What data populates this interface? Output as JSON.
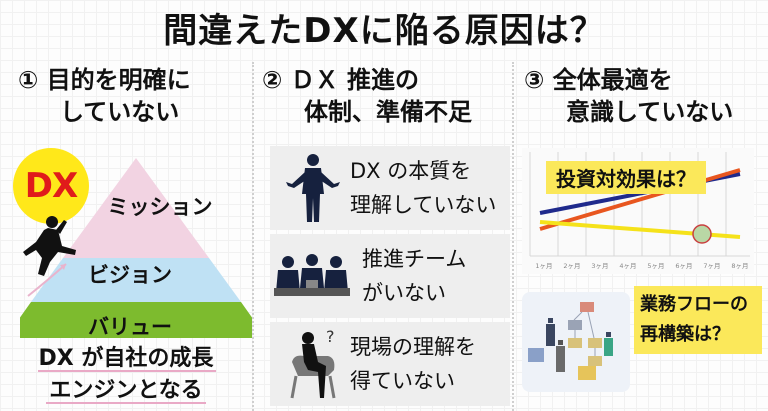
{
  "title": "間違えたDXに陥る原因は？",
  "colors": {
    "yellow": "#ffe81a",
    "dx_red": "#e01b1b",
    "mission_pink": "#f2d3e2",
    "vision_blue": "#bfe1f4",
    "value_green": "#7dbb2e",
    "highlight_yellow": "#fbe85a",
    "card_gray": "#eeeeee",
    "underline_pink": "#e9a9c6"
  },
  "columns": [
    {
      "number": "①",
      "heading_line1": "目的を明確に",
      "heading_line2": "していない",
      "badge": "DX",
      "pyramid": {
        "top": "ミッション",
        "middle": "ビジョン",
        "bottom": "バリュー"
      },
      "bottom_line1": "DX が自社の成長",
      "bottom_line2": "エンジンとなる",
      "icons": [
        "running-man-icon",
        "dx-sun-icon",
        "upward-arrow-icon"
      ]
    },
    {
      "number": "②",
      "heading_line1": "ＤＸ 推進の",
      "heading_line2": "体制、準備不足",
      "cards": [
        {
          "line1": "DX の本質を",
          "line2": "理解していない",
          "icon": "businessman-shrugging-icon"
        },
        {
          "line1": "推進チーム",
          "line2": "がいない",
          "icon": "meeting-team-icon"
        },
        {
          "line1": "現場の理解を",
          "line2": "得ていない",
          "icon": "confused-person-chair-icon"
        }
      ]
    },
    {
      "number": "③",
      "heading_line1": "全体最適を",
      "heading_line2": "意識していない",
      "chart_label": "投資対効果は？",
      "flow_label_line1": "業務フローの",
      "flow_label_line2": "再構築は？",
      "icons": [
        "line-chart-icon",
        "business-flow-illustration-icon"
      ]
    }
  ],
  "chart_data": {
    "type": "line",
    "title": "投資対効果は？",
    "categories": [
      "1ヶ月",
      "2ヶ月",
      "3ヶ月",
      "4ヶ月",
      "5ヶ月",
      "6ヶ月",
      "7ヶ月",
      "8ヶ月"
    ],
    "xlabel": "",
    "ylabel": "",
    "grid": true,
    "series": [
      {
        "name": "blue",
        "color": "#1f2a8c",
        "values": [
          42,
          48,
          54,
          60,
          65,
          71,
          77,
          83
        ]
      },
      {
        "name": "orange",
        "color": "#e8561f",
        "values": [
          25,
          33,
          42,
          51,
          60,
          69,
          78,
          87
        ]
      },
      {
        "name": "yellow",
        "color": "#f5e21a",
        "values": [
          32,
          30,
          28,
          25,
          22,
          20,
          17,
          15
        ]
      }
    ],
    "annotation": {
      "type": "circle",
      "category": "7ヶ月",
      "series": "yellow",
      "color": "#c94040"
    }
  }
}
